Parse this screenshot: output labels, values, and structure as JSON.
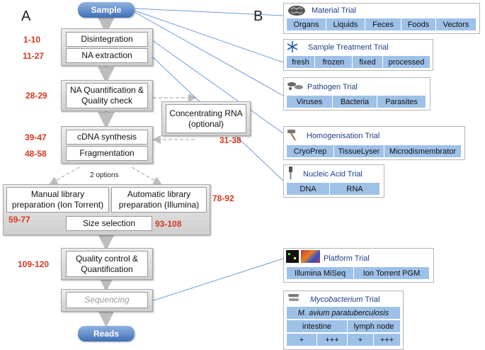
{
  "panel_a": {
    "label": "A",
    "start": "Sample",
    "end": "Reads",
    "steps": {
      "disintegration": "Disintegration",
      "na_extraction": "NA extraction",
      "na_quant_line1": "NA Quantification &",
      "na_quant_line2": "Quality check",
      "concentrating_line1": "Concentrating RNA",
      "concentrating_line2": "(optional)",
      "cdna": "cDNA synthesis",
      "fragmentation": "Fragmentation",
      "two_options": "2 options",
      "manual_line1": "Manual library",
      "manual_line2": "preparation (Ion Torrent)",
      "auto_line1": "Automatic library",
      "auto_line2": "preparation (Illumina)",
      "size_selection": "Size selection",
      "qc_line1": "Quality control &",
      "qc_line2": "Quantification",
      "sequencing": "Sequencing"
    },
    "numbers": {
      "n1": "1-10",
      "n2": "11-27",
      "n3": "28-29",
      "n4": "39-47",
      "n5": "48-58",
      "n6": "31-38",
      "n7": "78-92",
      "n8": "59-77",
      "n9": "93-108",
      "n10": "109-120"
    }
  },
  "panel_b": {
    "label": "B",
    "material": {
      "title": "Material  Trial",
      "icon": "brain-icon",
      "items": [
        "Organs",
        "Liquids",
        "Feces",
        "Foods",
        "Vectors"
      ]
    },
    "sample_treatment": {
      "title": "Sample Treatment  Trial",
      "icon": "snowflake-icon",
      "items": [
        "fresh",
        "frozen",
        "fixed",
        "processed"
      ]
    },
    "pathogen": {
      "title": "Pathogen  Trial",
      "icon": "pathogen-icon",
      "items": [
        "Viruses",
        "Bacteria",
        "Parasites"
      ]
    },
    "homogenisation": {
      "title": "Homogenisation  Trial",
      "icon": "hammer-icon",
      "items": [
        "CryoPrep",
        "TissueLyser",
        "Microdismembrator"
      ]
    },
    "nucleic_acid": {
      "title": "Nucleic Acid Trial",
      "icon": "pipette-icon",
      "items": [
        "DNA",
        "RNA"
      ]
    },
    "platform": {
      "title": "Platform Trial",
      "icon": "sequencing-image-icon",
      "items": [
        "Illumina MiSeq",
        "Ion Torrent PGM"
      ]
    },
    "mycobacterium": {
      "title_italic": "Mycobacterium",
      "title_rest": "  Trial",
      "icon": "bacteria-icon",
      "species": "M. avium paratuberculosis",
      "tissues": [
        "intestine",
        "lymph node"
      ],
      "levels": [
        "+",
        "+++",
        "+",
        "+++"
      ]
    }
  },
  "colors": {
    "cell": "#9ec1e8",
    "title": "#1f3d8a",
    "numbers": "#d8361e",
    "pill": "#3f6fb5",
    "connector": "#6f9bd6"
  }
}
